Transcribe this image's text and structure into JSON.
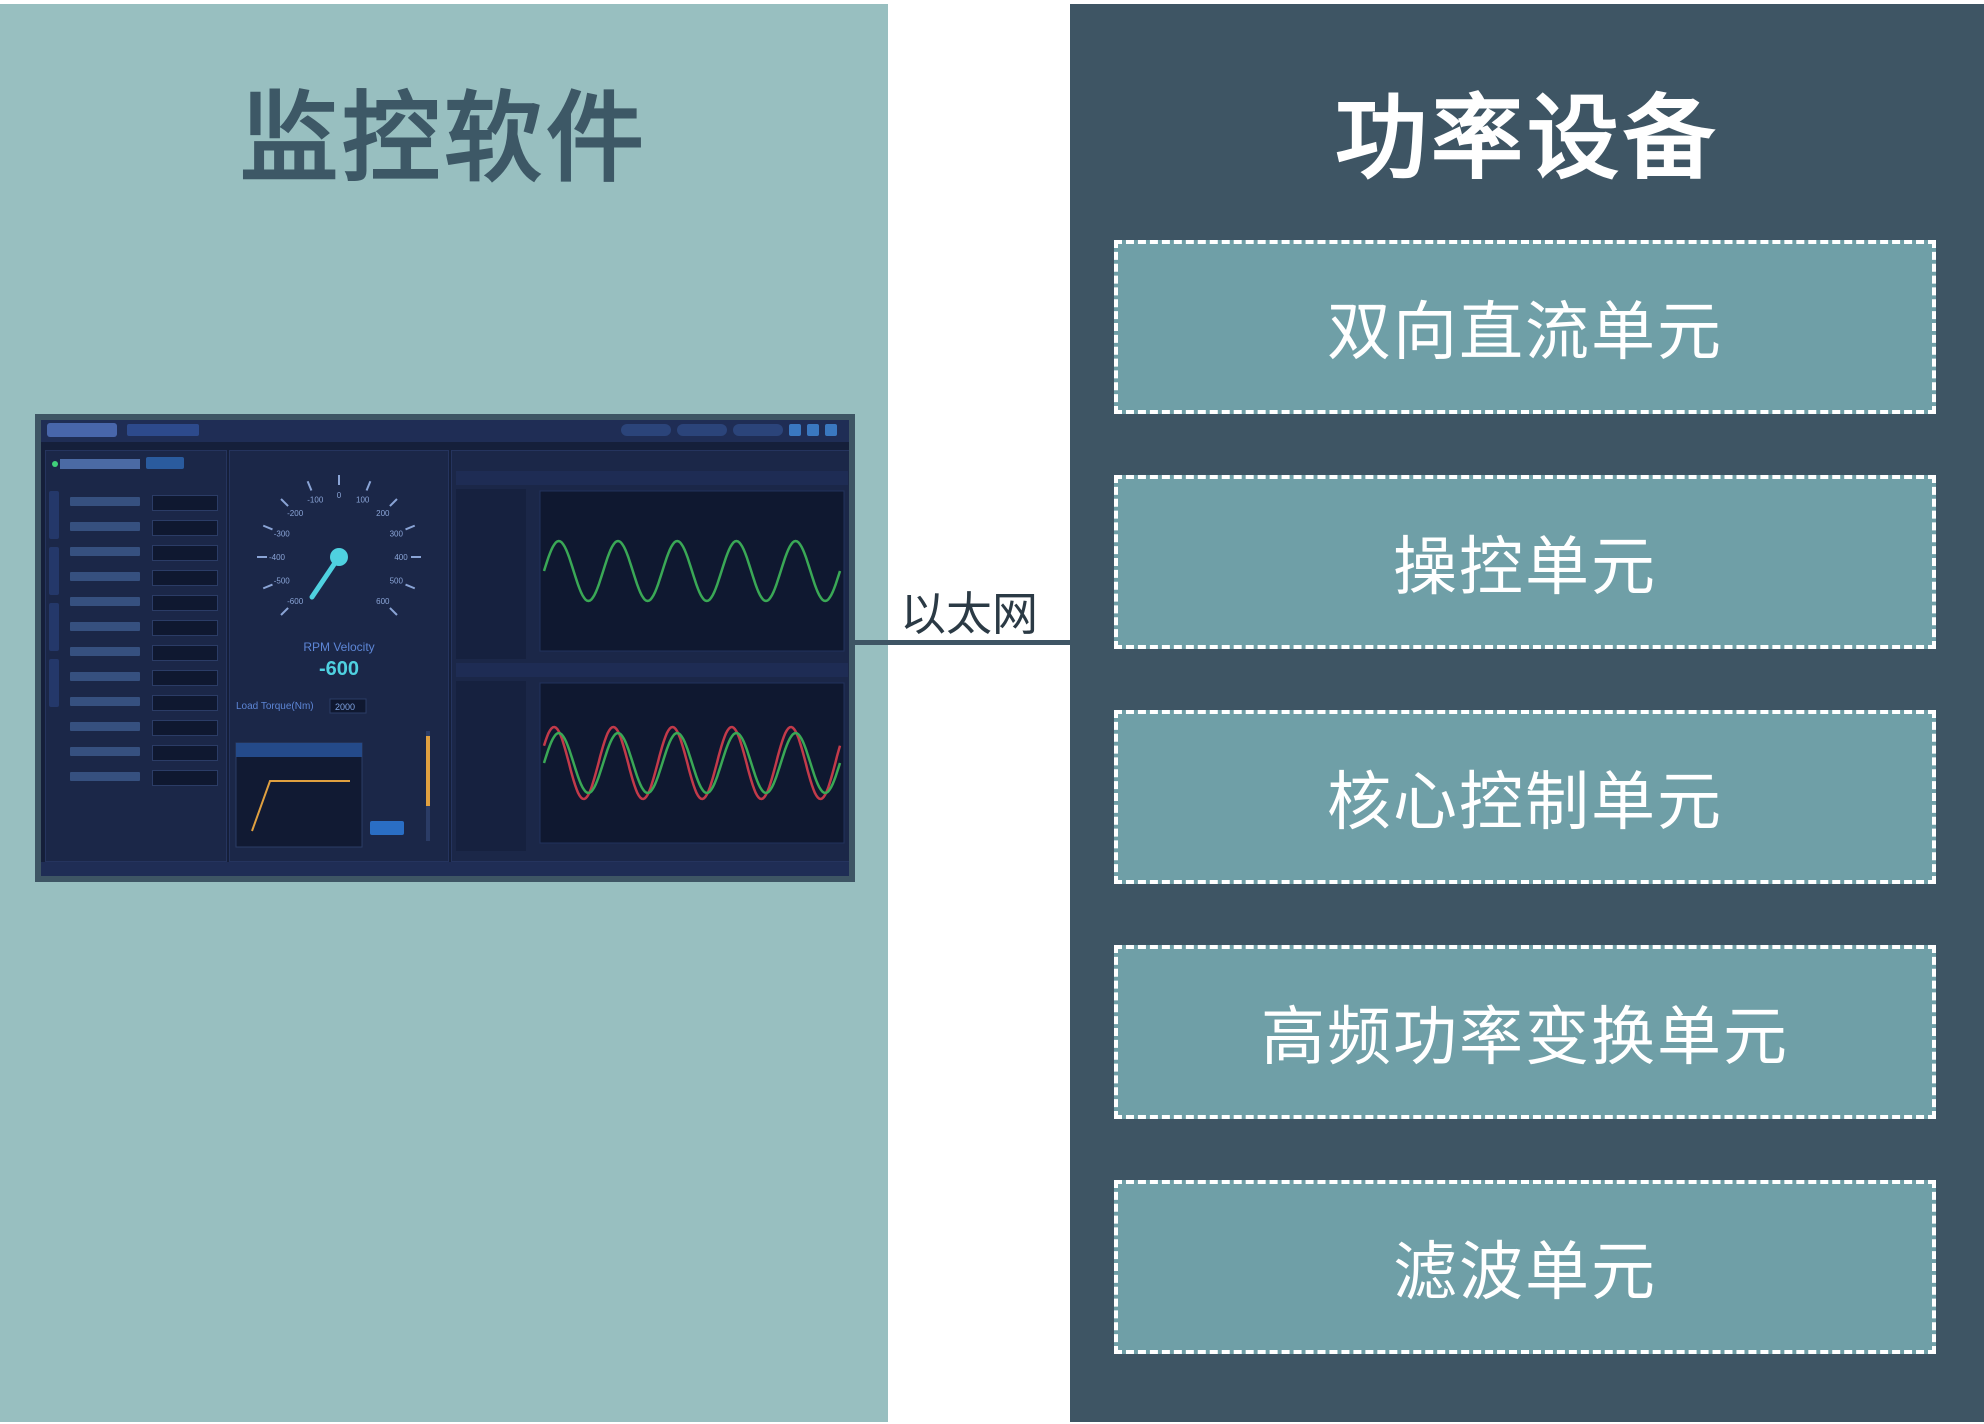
{
  "left": {
    "title": "监控软件",
    "panel_color": "#98bfc0",
    "title_color": "#3d5866"
  },
  "connection": {
    "label": "以太网"
  },
  "right": {
    "title": "功率设备",
    "panel_color": "#3e5564",
    "box_color": "#6f9fa7",
    "units": [
      {
        "label": "双向直流单元"
      },
      {
        "label": "操控单元"
      },
      {
        "label": "核心控制单元"
      },
      {
        "label": "高频功率变换单元"
      },
      {
        "label": "滤波单元"
      }
    ]
  },
  "screenshot": {
    "gauge_label": "RPM Velocity",
    "gauge_value": "-600",
    "gauge_ticks": [
      "-600",
      "-500",
      "-400",
      "-300",
      "-200",
      "-100",
      "0",
      "100",
      "200",
      "300",
      "400",
      "500",
      "600"
    ],
    "load_torque_label": "Load Torque(Nm)",
    "load_torque_value": "2000"
  }
}
